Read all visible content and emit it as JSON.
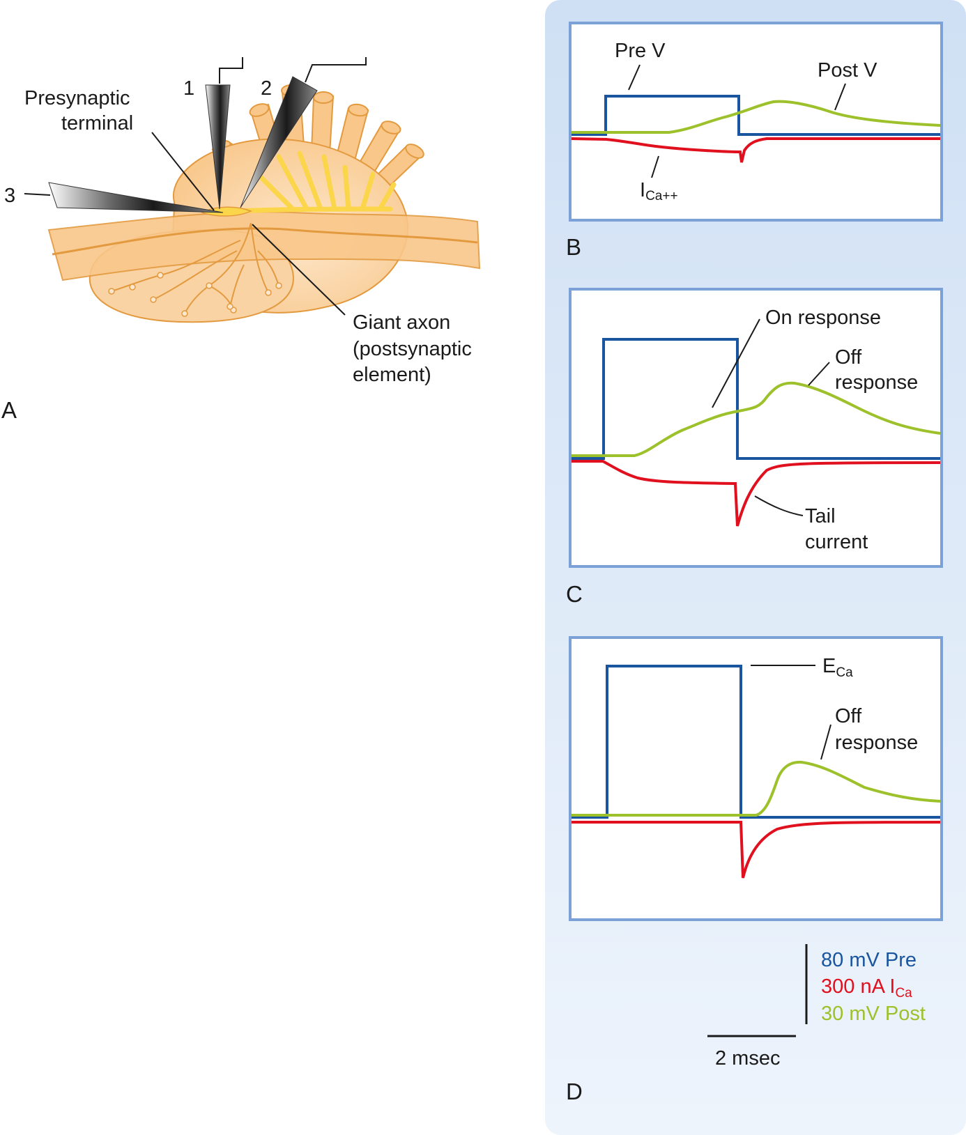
{
  "panel_a": {
    "letter": "A",
    "electrodes": [
      "1",
      "2",
      "3"
    ],
    "labels": {
      "presynaptic_1": "Presynaptic",
      "presynaptic_2": "terminal",
      "giant_axon_1": "Giant axon",
      "giant_axon_2": "(postsynaptic",
      "giant_axon_3": "element)"
    }
  },
  "panel_b": {
    "letter": "B",
    "pre_v": "Pre V",
    "post_v": "Post V",
    "ica_main": "I",
    "ica_sub": "Ca++"
  },
  "panel_c": {
    "letter": "C",
    "on_response": "On response",
    "off_response_1": "Off",
    "off_response_2": "response",
    "tail_current_1": "Tail",
    "tail_current_2": "current"
  },
  "panel_d": {
    "letter": "D",
    "eca_main": "E",
    "eca_sub": "Ca",
    "off_response_1": "Off",
    "off_response_2": "response"
  },
  "scale": {
    "pre": "80 mV Pre",
    "ica_main": "300 nA I",
    "ica_sub": "Ca",
    "post": "30 mV Post",
    "time": "2 msec"
  },
  "colors": {
    "pre": "#1a56a0",
    "current": "#e0101e",
    "post": "#9dc12a",
    "frame": "#7ba1d6",
    "bg_top": "#cfe0f4",
    "bg_bottom": "#eaf2fb",
    "tissue": "#fbcf98",
    "tissue_edge": "#e39a3f",
    "nerve": "#fbd64a"
  }
}
